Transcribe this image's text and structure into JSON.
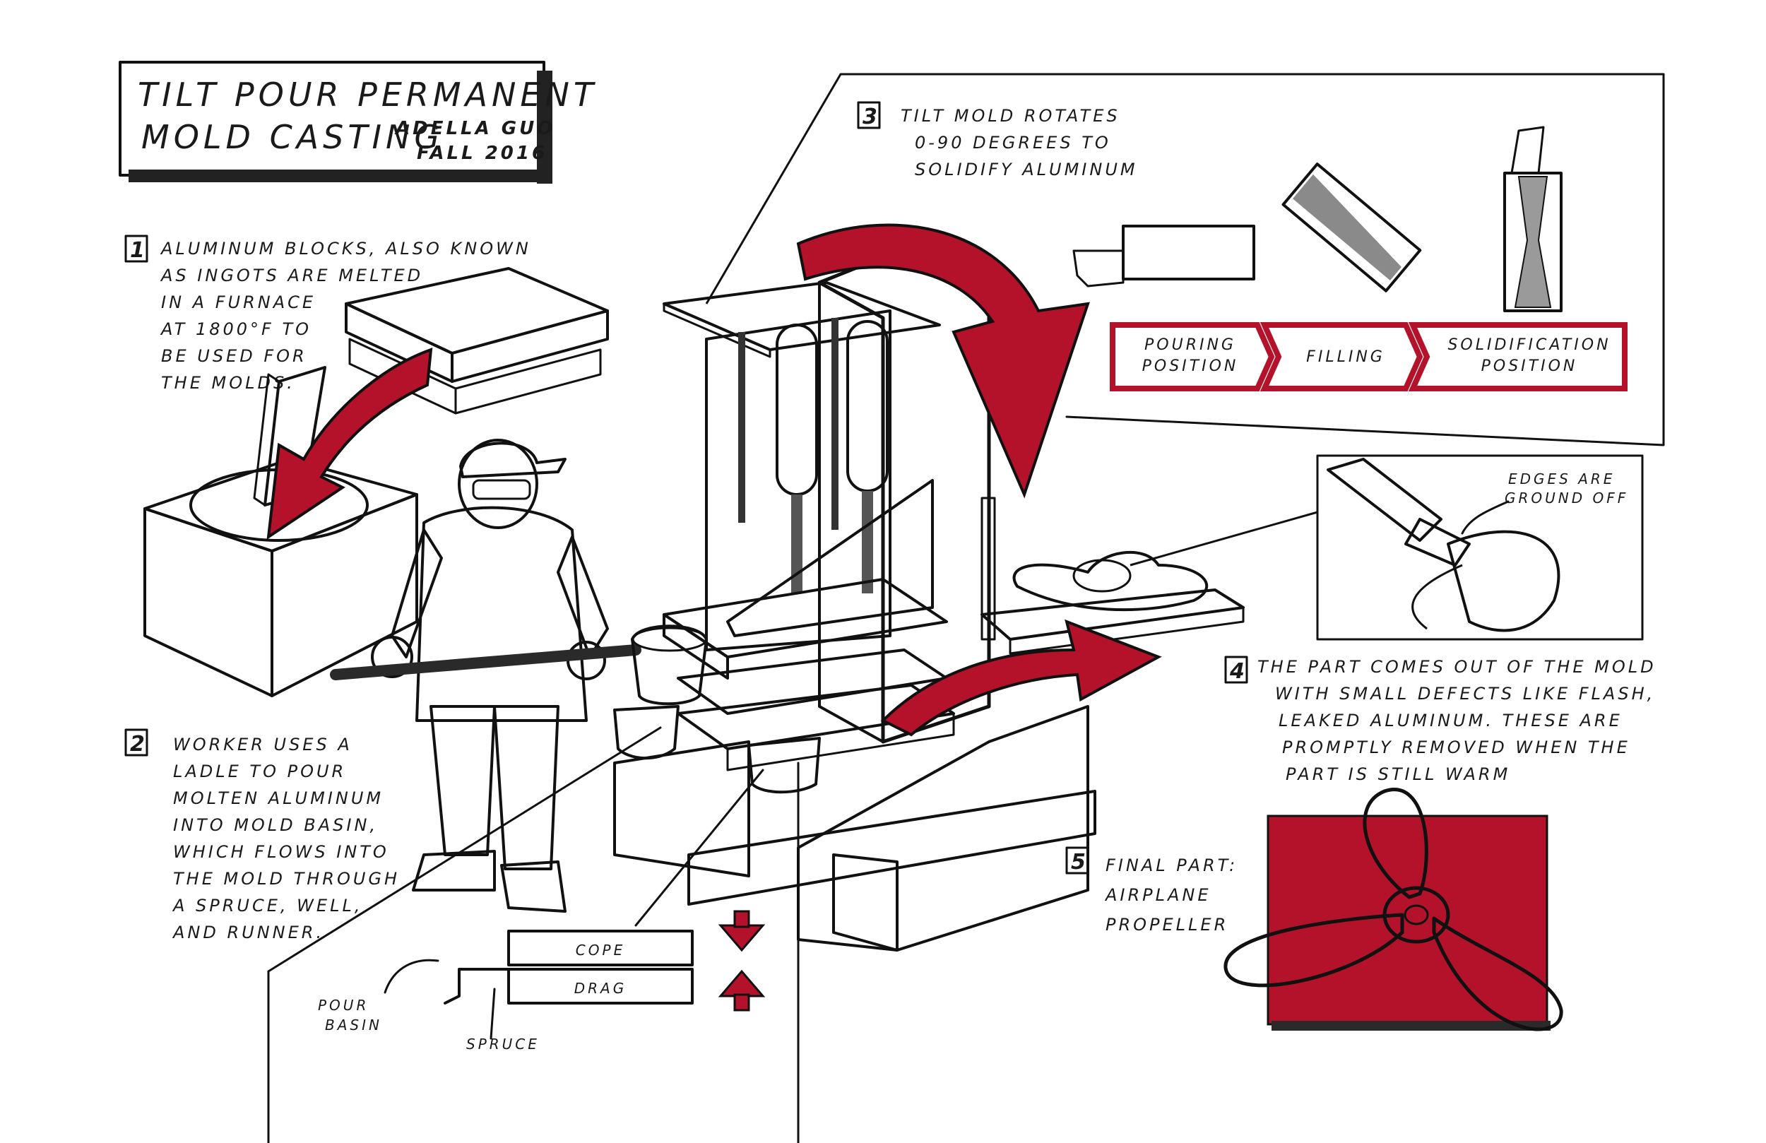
{
  "title": {
    "line1": "TILT POUR PERMANENT",
    "line2": "MOLD CASTING",
    "author": "ADELLA GUO",
    "term": "FALL 2016"
  },
  "steps": [
    {
      "number": "1",
      "lines": [
        "ALUMINUM BLOCKS, ALSO KNOWN",
        "AS INGOTS ARE MELTED",
        "IN A FURNACE",
        "AT 1800°F TO",
        "BE USED FOR",
        "THE MOLDS."
      ]
    },
    {
      "number": "2",
      "lines": [
        "WORKER USES A",
        "LADLE TO POUR",
        "MOLTEN ALUMINUM",
        "INTO MOLD BASIN,",
        "WHICH FLOWS INTO",
        "THE MOLD THROUGH",
        "A SPRUCE, WELL,",
        "AND RUNNER."
      ]
    },
    {
      "number": "3",
      "lines": [
        "TILT MOLD ROTATES",
        "0-90 DEGREES TO",
        "SOLIDIFY ALUMINUM"
      ]
    },
    {
      "number": "4",
      "lines": [
        "THE PART COMES OUT OF THE MOLD",
        "WITH SMALL DEFECTS LIKE FLASH,",
        "LEAKED ALUMINUM. THESE ARE",
        "PROMPTLY REMOVED WHEN THE",
        "PART IS STILL WARM"
      ]
    },
    {
      "number": "5",
      "lines": [
        "FINAL PART:",
        "AIRPLANE",
        "PROPELLER"
      ]
    }
  ],
  "flow_stages": [
    "POURING POSITION",
    "FILLING",
    "SOLIDIFICATION POSITION"
  ],
  "grinder_callout": [
    "EDGES ARE",
    "GROUND OFF"
  ],
  "mold_detail": {
    "cope": "COPE",
    "drag": "DRAG",
    "pour_basin": [
      "POUR",
      "BASIN"
    ],
    "spruce": "SPRUCE"
  },
  "colors": {
    "accent_red": "#b3122a",
    "machine_orange": "#e8431c",
    "ink": "#111111",
    "metal_grey": "#9a9a9a"
  }
}
